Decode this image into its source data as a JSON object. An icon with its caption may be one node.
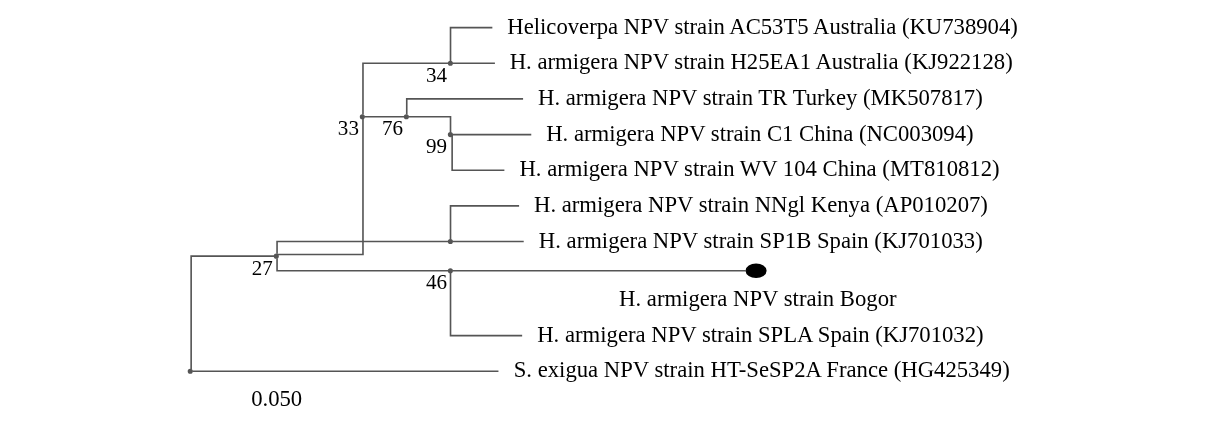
{
  "diagram": {
    "nodes": [
      {
        "text": [],
        "shape": "point"
      },
      {
        "text": [],
        "shape": "point",
        "beside": [
          "27"
        ]
      },
      {
        "text": [],
        "shape": "point",
        "beside": [
          "33"
        ]
      },
      {
        "text": [],
        "shape": "point",
        "beside": [
          "34"
        ]
      },
      {
        "text": [
          "Helicoverpa NPV strain AC53T5 Australia (KU738904)"
        ]
      },
      {
        "text": [
          "H. armigera NPV strain H25EA1 Australia (KJ922128)"
        ]
      },
      {
        "text": [],
        "shape": "point",
        "beside": [
          "76"
        ]
      },
      {
        "text": [
          "H. armigera NPV strain TR Turkey (MK507817)"
        ]
      },
      {
        "text": [],
        "shape": "point",
        "beside": [
          "99"
        ]
      },
      {
        "text": [
          "H. armigera NPV strain C1 China (NC003094)"
        ]
      },
      {
        "text": [
          "H. armigera NPV strain WV 104 China (MT810812)"
        ]
      },
      {
        "text": [],
        "shape": "point"
      },
      {
        "text": [
          "H. armigera NPV strain NNgl Kenya (AP010207)"
        ]
      },
      {
        "text": [
          "H. armigera NPV strain SP1B Spain (KJ701033)"
        ]
      },
      {
        "text": [],
        "shape": "point",
        "beside": [
          "46"
        ]
      },
      {
        "text": [],
        "shape": "circle"
      },
      {
        "text": [
          "H. armigera NPV strain SPLA Spain (KJ701032)"
        ]
      },
      {
        "text": [
          "S. exigua NPV strain HT-SeSP2A France (HG425349)"
        ]
      }
    ],
    "edges": [
      {
        "from": 0,
        "to": 1,
        "arrow": "none"
      },
      {
        "from": 0,
        "to": 17,
        "arrow": "none"
      },
      {
        "from": 1,
        "to": 2,
        "arrow": "none"
      },
      {
        "from": 1,
        "to": 11,
        "arrow": "none"
      },
      {
        "from": 1,
        "to": 14,
        "arrow": "none"
      },
      {
        "from": 2,
        "to": 3,
        "arrow": "none"
      },
      {
        "from": 2,
        "to": 6,
        "arrow": "none"
      },
      {
        "from": 3,
        "to": 4,
        "arrow": "none"
      },
      {
        "from": 3,
        "to": 5,
        "arrow": "none"
      },
      {
        "from": 6,
        "to": 7,
        "arrow": "none"
      },
      {
        "from": 6,
        "to": 8,
        "arrow": "none"
      },
      {
        "from": 8,
        "to": 9,
        "arrow": "none"
      },
      {
        "from": 8,
        "to": 10,
        "arrow": "none"
      },
      {
        "from": 11,
        "to": 12,
        "arrow": "none"
      },
      {
        "from": 11,
        "to": 13,
        "arrow": "none"
      },
      {
        "from": 14,
        "to": 15,
        "arrow": "none"
      },
      {
        "from": 14,
        "to": 16,
        "arrow": "none"
      }
    ],
    "labels": [
      "H. armigera NPV strain Bogor",
      "0.050"
    ]
  }
}
